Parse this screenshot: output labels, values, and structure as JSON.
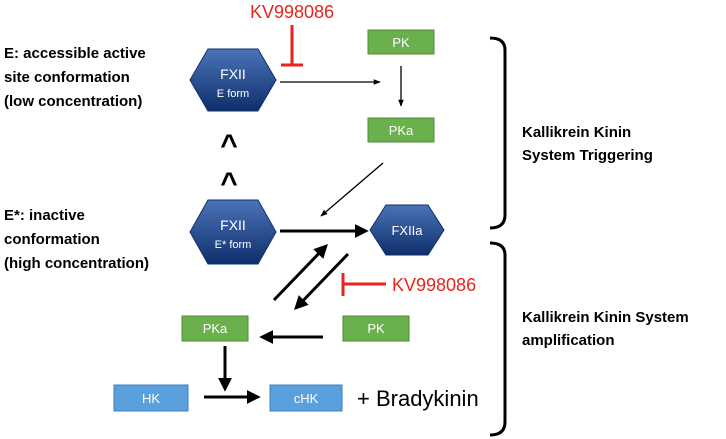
{
  "colors": {
    "hexagon_top": "#4a73b8",
    "hexagon_bottom": "#0f2f6b",
    "green_box": "#6ab04c",
    "green_border": "#4e8a36",
    "blue_box": "#5aa0dc",
    "blue_border": "#3d7fbf",
    "inhibitor": "#e8251c",
    "arrow": "#000000"
  },
  "labels": {
    "e_state": [
      "E: accessible active",
      "site conformation",
      "(low concentration)"
    ],
    "e_star_state": [
      "E*: inactive",
      "conformation",
      "(high concentration)"
    ],
    "triggering": [
      "Kallikrein Kinin",
      "System Triggering"
    ],
    "amplification": [
      "Kallikrein Kinin System",
      "amplification"
    ],
    "equilibrium": "^",
    "bradykinin": "+ Bradykinin"
  },
  "nodes": {
    "fxii_e": {
      "title": "FXII",
      "subtitle": "E form"
    },
    "fxii_e_star": {
      "title": "FXII",
      "subtitle": "E* form"
    },
    "fxiia": {
      "title": "FXIIa"
    },
    "pk_top": "PK",
    "pka_top": "PKa",
    "pka_bottom": "PKa",
    "pk_bottom": "PK",
    "hk": "HK",
    "chk": "cHK"
  },
  "inhibitors": {
    "top": "KV998086",
    "bottom": "KV998086"
  }
}
